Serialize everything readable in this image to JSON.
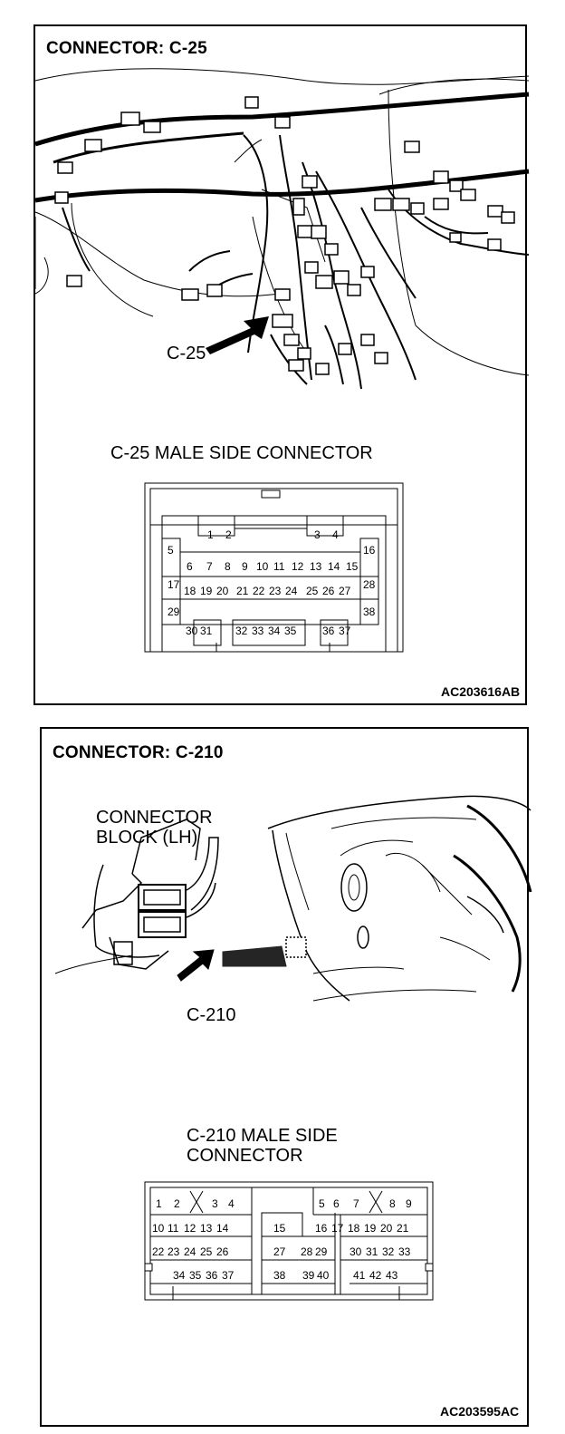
{
  "panel1": {
    "title": "CONNECTOR: C-25",
    "callout": "C-25",
    "connector_title": "C-25 MALE SIDE CONNECTOR",
    "figure_code": "AC203616AB",
    "pins": {
      "top": [
        "1",
        "2",
        "3",
        "4"
      ],
      "side_left": [
        "5",
        "17",
        "29"
      ],
      "side_right": [
        "16",
        "28",
        "38"
      ],
      "row2": [
        "6",
        "7",
        "8",
        "9",
        "10",
        "11",
        "12",
        "13",
        "14",
        "15"
      ],
      "row3": [
        "18",
        "19",
        "20",
        "21",
        "22",
        "23",
        "24",
        "25",
        "26",
        "27"
      ],
      "row4": [
        "30",
        "31",
        "32",
        "33",
        "34",
        "35",
        "36",
        "37"
      ]
    }
  },
  "panel2": {
    "title": "CONNECTOR: C-210",
    "block_label_line1": "CONNECTOR",
    "block_label_line2": "BLOCK (LH)",
    "callout": "C-210",
    "connector_title_line1": "C-210 MALE SIDE",
    "connector_title_line2": "CONNECTOR",
    "figure_code": "AC203595AC",
    "pins": {
      "row1_left": [
        "1",
        "2",
        "3",
        "4"
      ],
      "row1_right": [
        "5",
        "6",
        "7",
        "8",
        "9"
      ],
      "row2_left": [
        "10",
        "11",
        "12",
        "13",
        "14"
      ],
      "row2_mid": [
        "15"
      ],
      "row2_right": [
        "16",
        "17",
        "18",
        "19",
        "20",
        "21"
      ],
      "row3_left": [
        "22",
        "23",
        "24",
        "25",
        "26"
      ],
      "row3_mid": [
        "27",
        "28",
        "29"
      ],
      "row3_right": [
        "30",
        "31",
        "32",
        "33"
      ],
      "row4_left": [
        "34",
        "35",
        "36",
        "37"
      ],
      "row4_mid": [
        "38",
        "39",
        "40"
      ],
      "row4_right": [
        "41",
        "42",
        "43"
      ]
    }
  }
}
